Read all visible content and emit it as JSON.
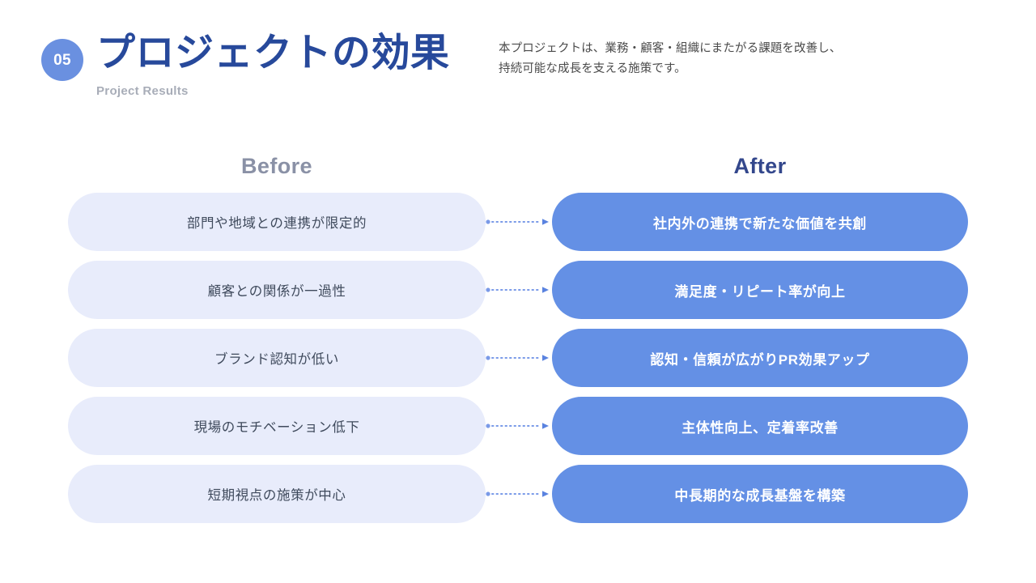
{
  "header": {
    "badge_number": "05",
    "title": "プロジェクトの効果",
    "subtitle": "Project Results",
    "description_line1": "本プロジェクトは、業務・顧客・組織にまたがる課題を改善し、",
    "description_line2": "持続可能な成長を支える施策です。"
  },
  "columns": {
    "before_label": "Before",
    "after_label": "After"
  },
  "rows": [
    {
      "before": "部門や地域との連携が限定的",
      "after": "社内外の連携で新たな価値を共創"
    },
    {
      "before": "顧客との関係が一過性",
      "after": "満足度・リピート率が向上"
    },
    {
      "before": "ブランド認知が低い",
      "after": "認知・信頼が広がりPR効果アップ"
    },
    {
      "before": "現場のモチベーション低下",
      "after": "主体性向上、定着率改善"
    },
    {
      "before": "短期視点の施策が中心",
      "after": "中長期的な成長基盤を構築"
    }
  ],
  "colors": {
    "background": "#ffffff",
    "title_navy": "#27499b",
    "badge_blue": "#6a90e0",
    "after_pill_blue": "#6490e5",
    "before_pill_lavender": "#e8ecfb",
    "before_text": "#3f4a5c",
    "before_heading": "#8a91a6",
    "after_heading": "#33478c",
    "subtitle_gray": "#a8adb8",
    "connector_blue": "#7a9ae8"
  }
}
